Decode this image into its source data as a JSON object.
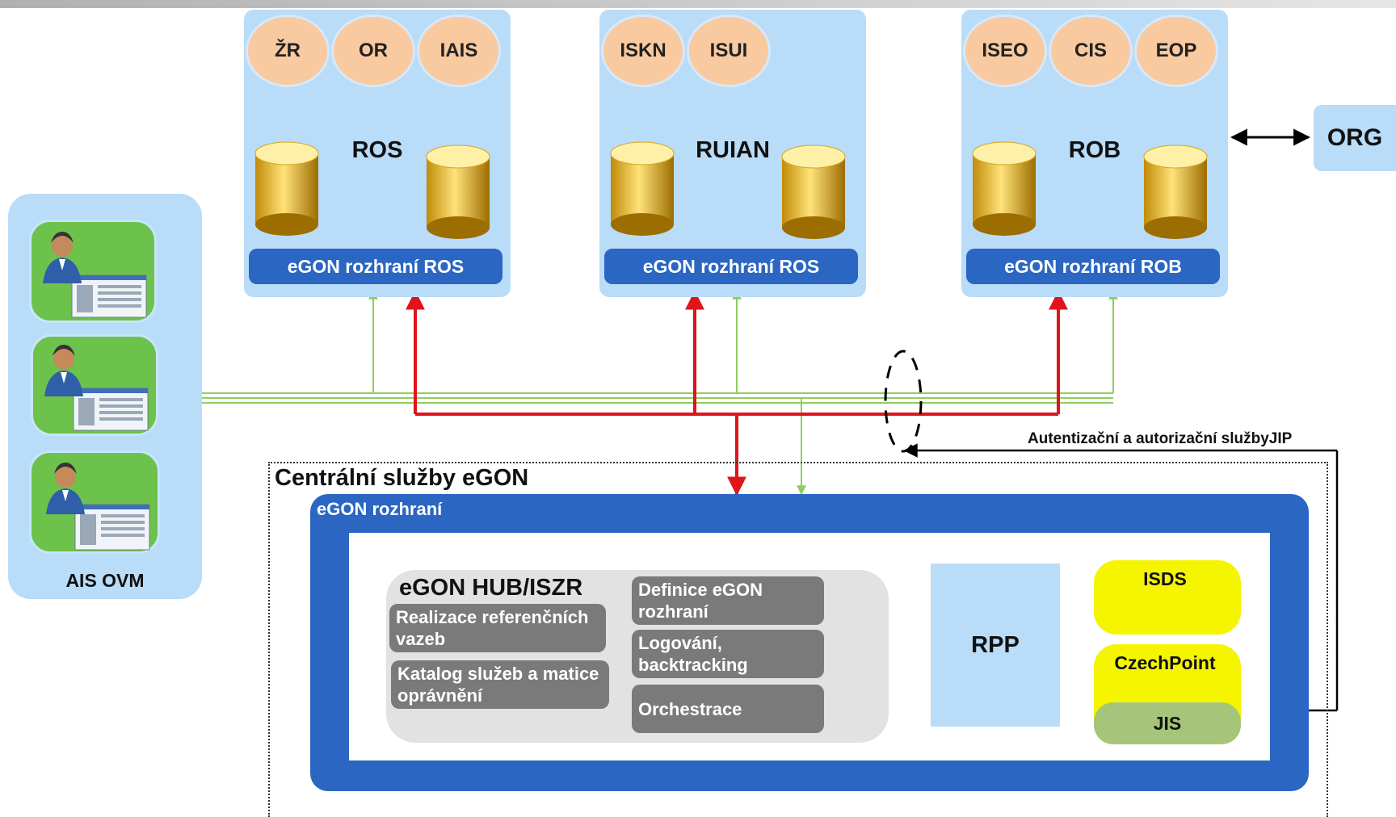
{
  "top_panels": [
    {
      "name": "ROS",
      "sources": [
        "ŽR",
        "OR",
        "IAIS"
      ],
      "interface": "eGON rozhraní ROS"
    },
    {
      "name": "RUIAN",
      "sources": [
        "ISKN",
        "ISUI"
      ],
      "interface": "eGON rozhraní ROS"
    },
    {
      "name": "ROB",
      "sources": [
        "ISEO",
        "CIS",
        "EOP"
      ],
      "interface": "eGON rozhraní ROB"
    }
  ],
  "org": "ORG",
  "ais_ovm": {
    "label": "AIS OVM"
  },
  "central": {
    "title": "Centrální služby eGON",
    "interface_label": "eGON rozhraní",
    "hub_title": "eGON HUB/ISZR",
    "hub_items": [
      "Realizace referenčních vazeb",
      "Katalog služeb a matice oprávnění"
    ],
    "hub_items_right": [
      "Definice eGON rozhraní",
      "Logování, backtracking",
      "Orchestrace"
    ],
    "rpp": "RPP",
    "isds": "ISDS",
    "czechpoint": "CzechPoint",
    "jis": "JIS"
  },
  "auth_label": "Autentizační a autorizační službyJIP",
  "colors": {
    "panel": "#b9dcf8",
    "interface": "#2a66c2",
    "source": "#f9c9a0",
    "red_arrow": "#e0141b",
    "green_arrow": "#8fce5e",
    "yellow": "#f5f500",
    "jis": "#a7c57a"
  }
}
